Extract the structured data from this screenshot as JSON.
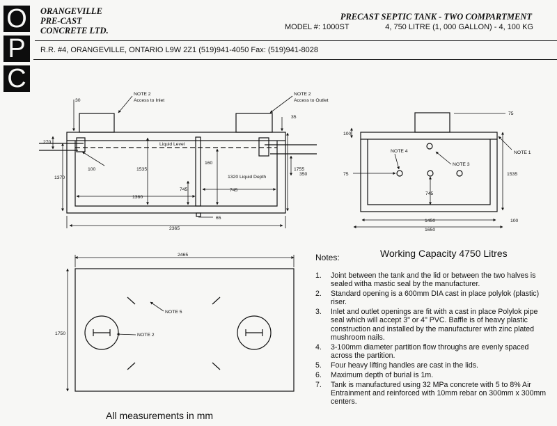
{
  "logo": {
    "letters": [
      "O",
      "P",
      "C"
    ]
  },
  "company": {
    "name_line1": "ORANGEVILLE",
    "name_line2": "PRE-CAST",
    "name_line3": "CONCRETE LTD.",
    "address": "R.R. #4, ORANGEVILLE, ONTARIO  L9W 2Z1  (519)941-4050  Fax: (519)941-8028"
  },
  "header": {
    "title": "PRECAST SEPTIC TANK - TWO COMPARTMENT",
    "model": "MODEL #: 1000ST",
    "capacity": "4, 750 LITRE (1, 000 GALLON) - 4, 100 KG"
  },
  "side_view": {
    "note2_inlet": [
      "NOTE 2",
      "Access to Inlet"
    ],
    "note2_outlet": [
      "NOTE 2",
      "Access to Outlet"
    ],
    "dim_30": "30",
    "dim_35": "35",
    "dim_270": "270",
    "dim_1370": "1370",
    "dim_100": "100",
    "dim_1535": "1535",
    "liquid_level": "Liquid Level",
    "dim_160": "160",
    "dim_1755": "1755",
    "dim_350": "350",
    "liquid_depth": "1320 Liquid Depth",
    "dim_745_partition": "745",
    "dim_745_right": "745",
    "dim_1360": "1360",
    "dim_65": "65",
    "dim_2365": "2365"
  },
  "end_view": {
    "dim_75_top": "75",
    "dim_100_top": "100",
    "note1": "NOTE 1",
    "note4": "NOTE 4",
    "note3": "NOTE 3",
    "dim_75_left": "75",
    "dim_1535": "1535",
    "dim_745": "745",
    "dim_1450": "1450",
    "dim_100_bottom": "100",
    "dim_1650": "1650"
  },
  "plan_view": {
    "dim_2465": "2465",
    "dim_1750": "1750",
    "note5": "NOTE 5",
    "note2": "NOTE 2"
  },
  "notes": {
    "heading": "Notes:",
    "working_capacity": "Working Capacity 4750 Litres",
    "items": [
      {
        "num": "1.",
        "text": "Joint between the tank and the lid or between the two halves is sealed witha mastic seal by the manufacturer."
      },
      {
        "num": "2.",
        "text": "Standard opening is a 600mm DIA cast in place polylok (plastic) riser."
      },
      {
        "num": "3.",
        "text": "Inlet and outlet openings are fit with a cast in place Polylok pipe seal which will accept 3\" or 4\" PVC. Baffle is of heavy plastic construction and installed by the manufacturer with zinc plated mushroom nails."
      },
      {
        "num": "4.",
        "text": "3-100mm diameter partition flow throughs are evenly spaced across the partition."
      },
      {
        "num": "5.",
        "text": "Four heavy lifting handles are cast in the lids."
      },
      {
        "num": "6.",
        "text": "Maximum depth of burial is 1m."
      },
      {
        "num": "7.",
        "text": "Tank is manufactured using 32 MPa concrete with 5 to 8% Air Entrainment and reinforced with 10mm rebar on 300mm x 300mm centers."
      }
    ]
  },
  "footer": {
    "measurements": "All measurements in mm"
  }
}
